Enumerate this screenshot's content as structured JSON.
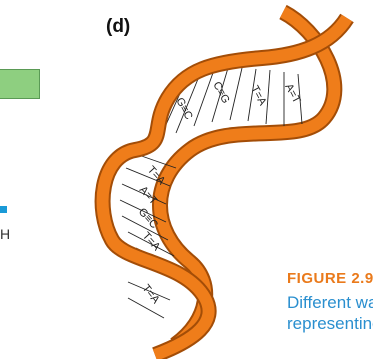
{
  "panel_label": "(d)",
  "edge_fragment": "H",
  "figure": {
    "title": "FIGURE 2.9",
    "caption_line1": "Different wa",
    "caption_line2": "representinc"
  },
  "base_pairs": [
    "G≡C",
    "C≡G",
    "T=A",
    "A=T",
    "T=A",
    "A=T",
    "G≡C",
    "T=A",
    "T=A"
  ],
  "colors": {
    "strand": "#ef7d1a",
    "strand_outline": "#a34d07",
    "caption_title": "#ea7a1b",
    "caption_text": "#2a8fcf",
    "green_box": "#8ecf80",
    "blue_mark": "#1a9ad7"
  }
}
